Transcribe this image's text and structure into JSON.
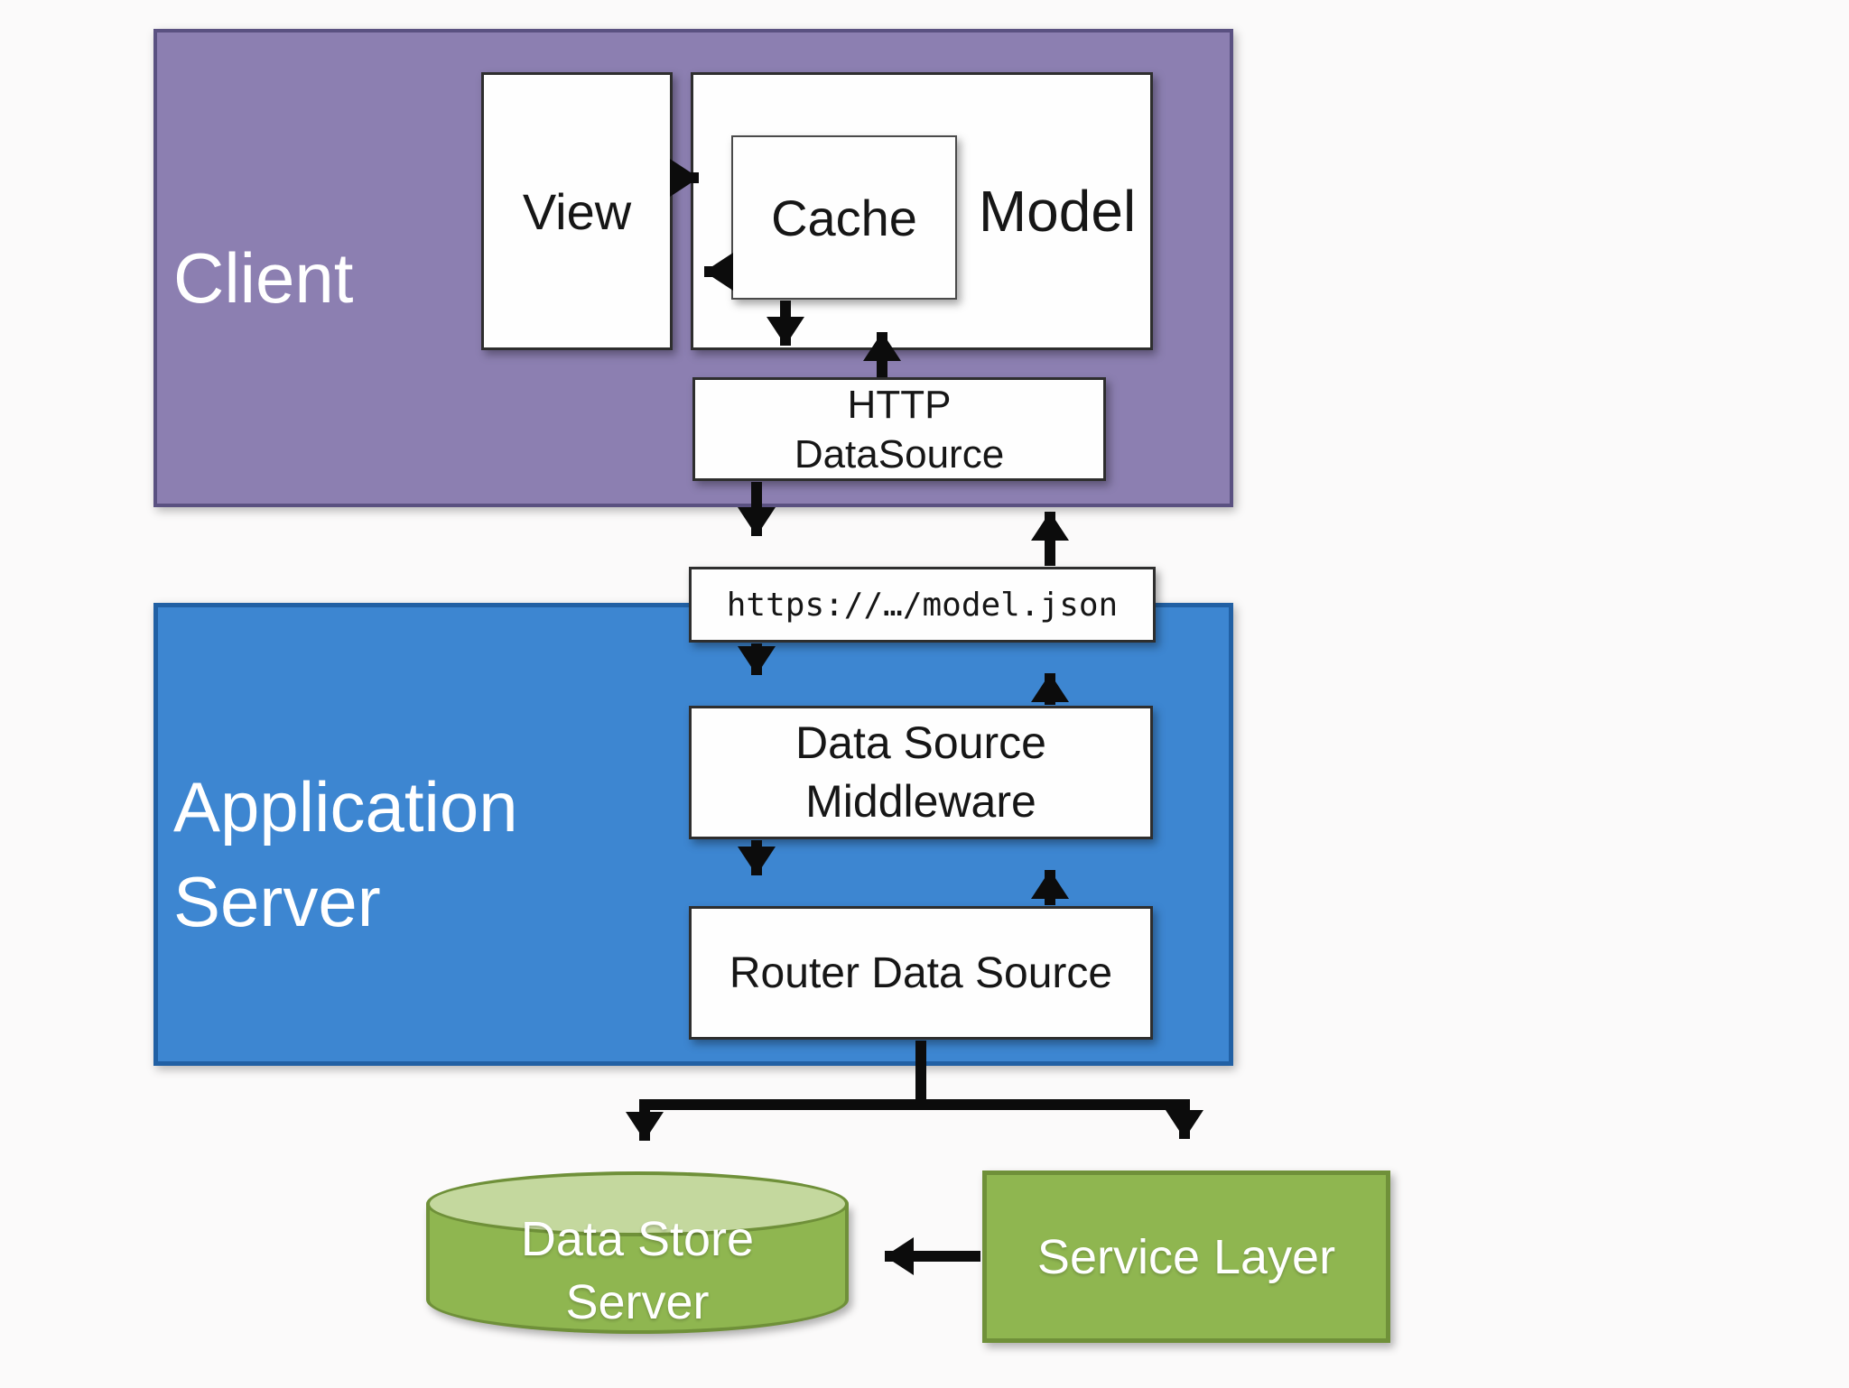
{
  "colors": {
    "client_fill": "#8C7FB1",
    "client_border": "#5A5181",
    "app_server_fill": "#3D86D1",
    "app_server_border": "#2160A4",
    "green_fill": "#8FB650",
    "green_border": "#6F9039",
    "cylinder_top_fill": "#C4D89E",
    "node_fill": "#FEFEFE",
    "node_border": "#2E2E2E",
    "arrow": "#0C0C0C",
    "background": "#FBFAFA",
    "label_on_color": "#FFFFFF",
    "label_on_white": "#161616"
  },
  "client": {
    "label": "Client",
    "view": {
      "label": "View"
    },
    "model": {
      "label": "Model"
    },
    "cache": {
      "label": "Cache"
    },
    "http_datasource": {
      "label": "HTTP\nDataSource"
    }
  },
  "url_endpoint": {
    "label": "https://…/model.json"
  },
  "application_server": {
    "label": "Application\nServer",
    "data_source_middleware": {
      "label": "Data Source\nMiddleware"
    },
    "router_data_source": {
      "label": "Router Data Source"
    }
  },
  "backend": {
    "data_store_server": {
      "label": "Data Store\nServer"
    },
    "service_layer": {
      "label": "Service Layer"
    }
  }
}
